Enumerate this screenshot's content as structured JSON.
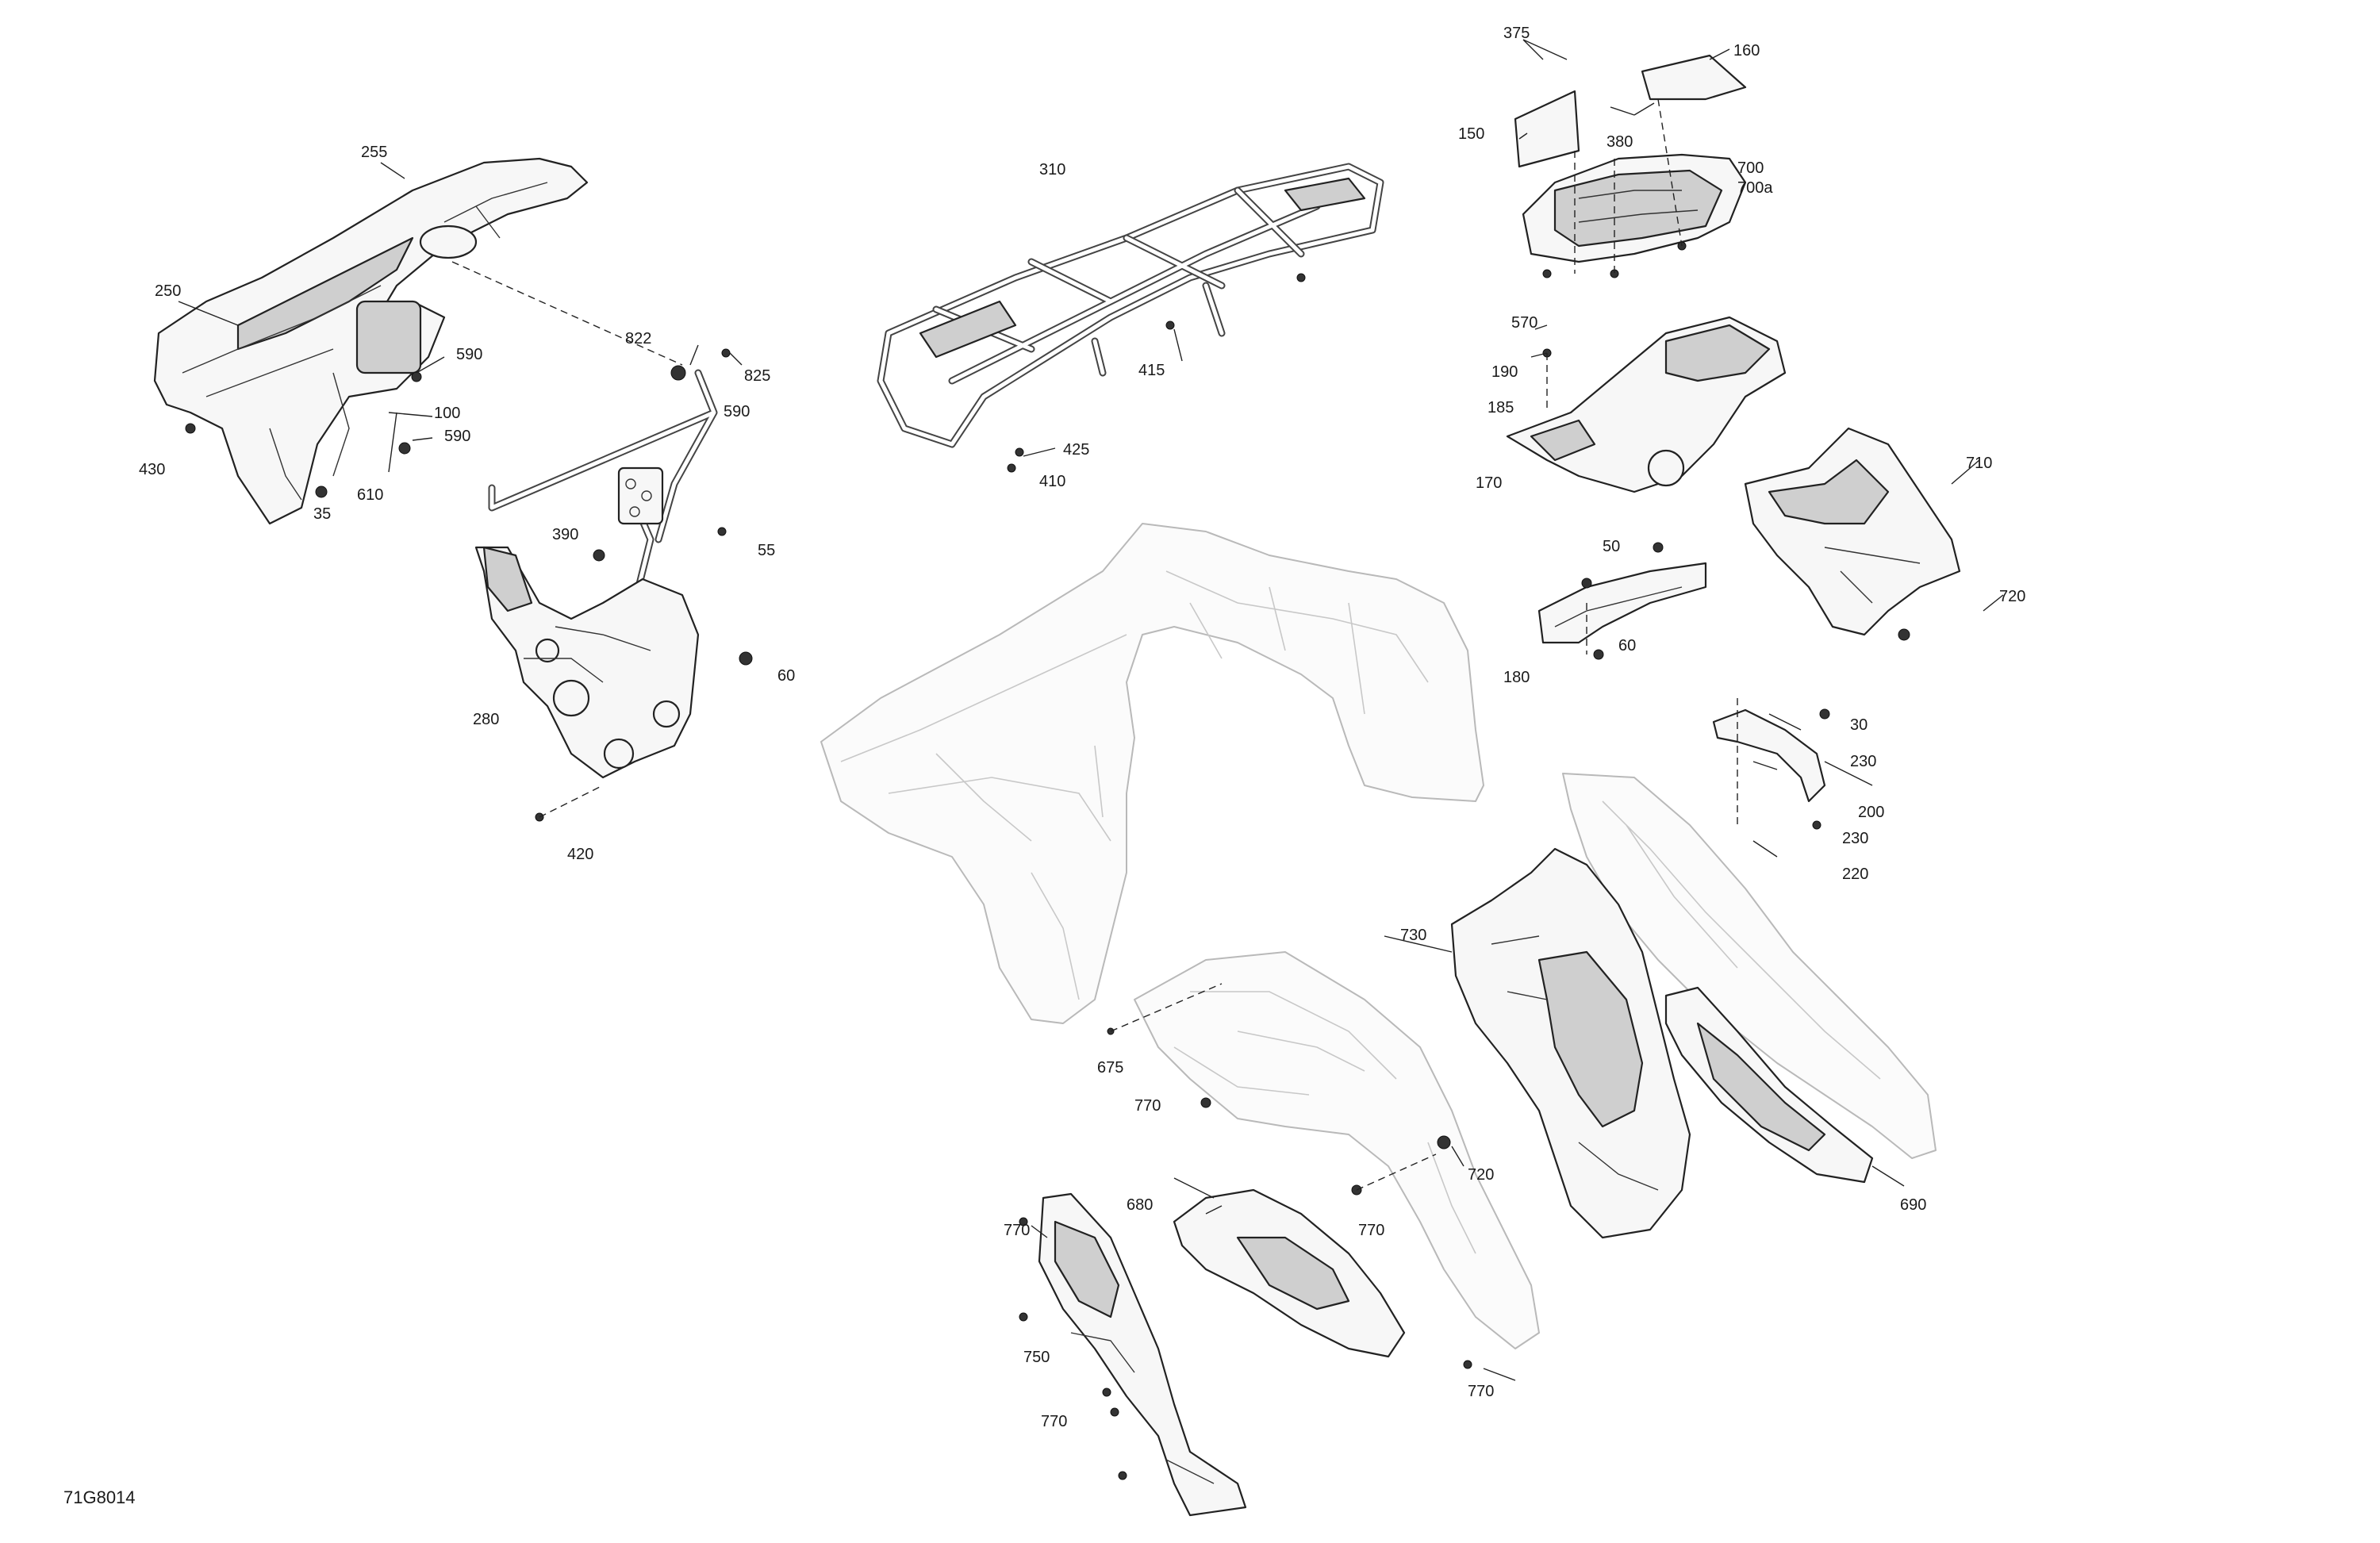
{
  "figure_code": "71G8014",
  "callouts": [
    {
      "id": "c255",
      "text": "255"
    },
    {
      "id": "c250",
      "text": "250"
    },
    {
      "id": "c430",
      "text": "430"
    },
    {
      "id": "c35",
      "text": "35"
    },
    {
      "id": "c610",
      "text": "610"
    },
    {
      "id": "c100",
      "text": "100"
    },
    {
      "id": "c590a",
      "text": "590"
    },
    {
      "id": "c590b",
      "text": "590"
    },
    {
      "id": "c590c",
      "text": "590"
    },
    {
      "id": "c822",
      "text": "822"
    },
    {
      "id": "c825",
      "text": "825"
    },
    {
      "id": "c390",
      "text": "390"
    },
    {
      "id": "c55",
      "text": "55"
    },
    {
      "id": "c60a",
      "text": "60"
    },
    {
      "id": "c280",
      "text": "280"
    },
    {
      "id": "c420",
      "text": "420"
    },
    {
      "id": "c310",
      "text": "310"
    },
    {
      "id": "c415",
      "text": "415"
    },
    {
      "id": "c425",
      "text": "425"
    },
    {
      "id": "c410",
      "text": "410"
    },
    {
      "id": "c375",
      "text": "375"
    },
    {
      "id": "c160",
      "text": "160"
    },
    {
      "id": "c150",
      "text": "150"
    },
    {
      "id": "c380",
      "text": "380"
    },
    {
      "id": "c700",
      "text": "700"
    },
    {
      "id": "c700a",
      "text": "700a"
    },
    {
      "id": "c570",
      "text": "570"
    },
    {
      "id": "c190",
      "text": "190"
    },
    {
      "id": "c185",
      "text": "185"
    },
    {
      "id": "c170",
      "text": "170"
    },
    {
      "id": "c710",
      "text": "710"
    },
    {
      "id": "c50",
      "text": "50"
    },
    {
      "id": "c720a",
      "text": "720"
    },
    {
      "id": "c180",
      "text": "180"
    },
    {
      "id": "c60b",
      "text": "60"
    },
    {
      "id": "c30",
      "text": "30"
    },
    {
      "id": "c230a",
      "text": "230"
    },
    {
      "id": "c200",
      "text": "200"
    },
    {
      "id": "c230b",
      "text": "230"
    },
    {
      "id": "c220",
      "text": "220"
    },
    {
      "id": "c730",
      "text": "730"
    },
    {
      "id": "c675",
      "text": "675"
    },
    {
      "id": "c770a",
      "text": "770"
    },
    {
      "id": "c680",
      "text": "680"
    },
    {
      "id": "c720b",
      "text": "720"
    },
    {
      "id": "c770b",
      "text": "770"
    },
    {
      "id": "c770c",
      "text": "770"
    },
    {
      "id": "c690",
      "text": "690"
    },
    {
      "id": "c770d",
      "text": "770"
    },
    {
      "id": "c750",
      "text": "750"
    },
    {
      "id": "c770e",
      "text": "770"
    }
  ]
}
